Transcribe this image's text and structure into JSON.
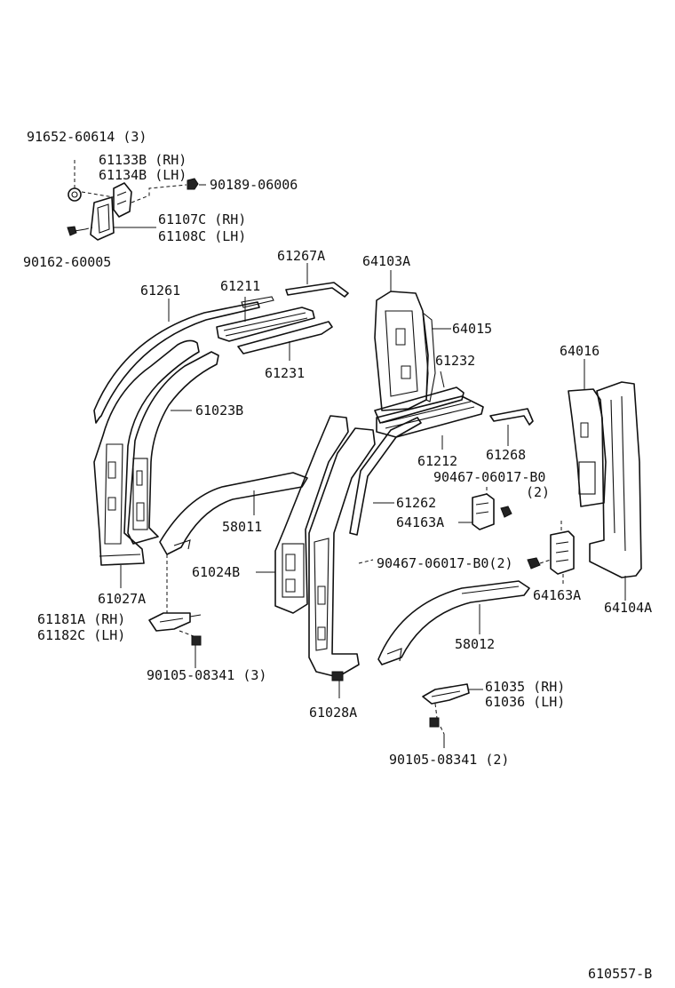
{
  "diagram": {
    "labels": [
      {
        "key": "l1",
        "text": "91652-60614 (3)"
      },
      {
        "key": "l2",
        "text": "61133B (RH)"
      },
      {
        "key": "l3",
        "text": "61134B (LH)"
      },
      {
        "key": "l4",
        "text": "90189-06006"
      },
      {
        "key": "l5",
        "text": "61107C (RH)"
      },
      {
        "key": "l6",
        "text": "61108C (LH)"
      },
      {
        "key": "l7",
        "text": "90162-60005"
      },
      {
        "key": "l8",
        "text": "61267A"
      },
      {
        "key": "l9",
        "text": "64103A"
      },
      {
        "key": "l10",
        "text": "61261"
      },
      {
        "key": "l11",
        "text": "61211"
      },
      {
        "key": "l12",
        "text": "64015"
      },
      {
        "key": "l13",
        "text": "61231"
      },
      {
        "key": "l14",
        "text": "61232"
      },
      {
        "key": "l15",
        "text": "64016"
      },
      {
        "key": "l16",
        "text": "61023B"
      },
      {
        "key": "l17",
        "text": "61212"
      },
      {
        "key": "l18",
        "text": "61268"
      },
      {
        "key": "l19",
        "text": "90467-06017-B0"
      },
      {
        "key": "l20",
        "text": "(2)"
      },
      {
        "key": "l21",
        "text": "61262"
      },
      {
        "key": "l22",
        "text": "58011"
      },
      {
        "key": "l23",
        "text": "64163A"
      },
      {
        "key": "l24",
        "text": "61024B"
      },
      {
        "key": "l25",
        "text": "90467-06017-B0(2)"
      },
      {
        "key": "l26",
        "text": "64163A"
      },
      {
        "key": "l27",
        "text": "61027A"
      },
      {
        "key": "l28",
        "text": "64104A"
      },
      {
        "key": "l29",
        "text": "61181A (RH)"
      },
      {
        "key": "l30",
        "text": "61182C (LH)"
      },
      {
        "key": "l31",
        "text": "58012"
      },
      {
        "key": "l32",
        "text": "90105-08341 (3)"
      },
      {
        "key": "l33",
        "text": "61035 (RH)"
      },
      {
        "key": "l34",
        "text": "61036 (LH)"
      },
      {
        "key": "l35",
        "text": "61028A"
      },
      {
        "key": "l36",
        "text": "90105-08341 (2)"
      },
      {
        "key": "l37",
        "text": "610557-B"
      }
    ]
  }
}
